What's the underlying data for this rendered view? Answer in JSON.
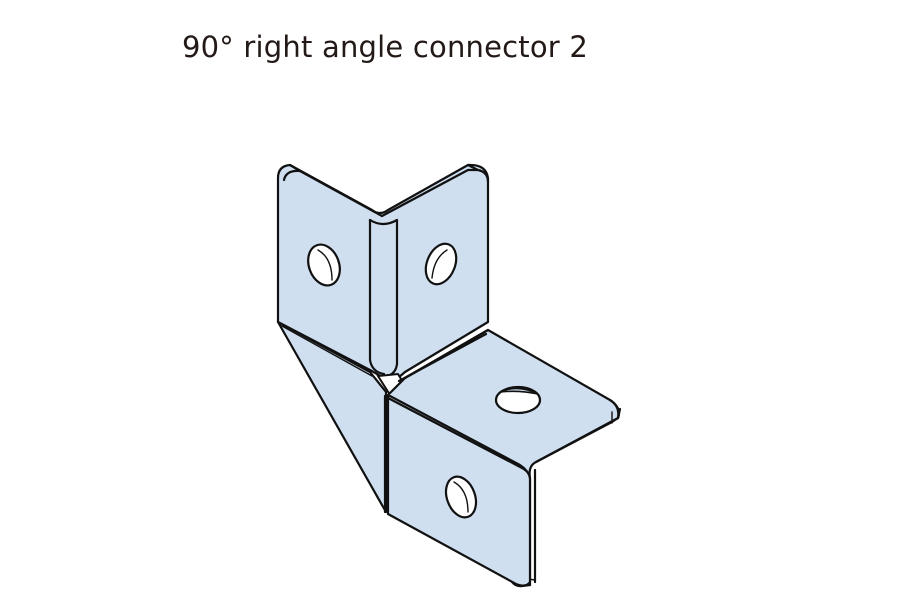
{
  "title": "90° right angle connector 2",
  "figure": {
    "subject": "90-degree right angle connector bracket",
    "fill_color": "#cfdff0",
    "stroke_color": "#111111",
    "hole_count": 4
  }
}
